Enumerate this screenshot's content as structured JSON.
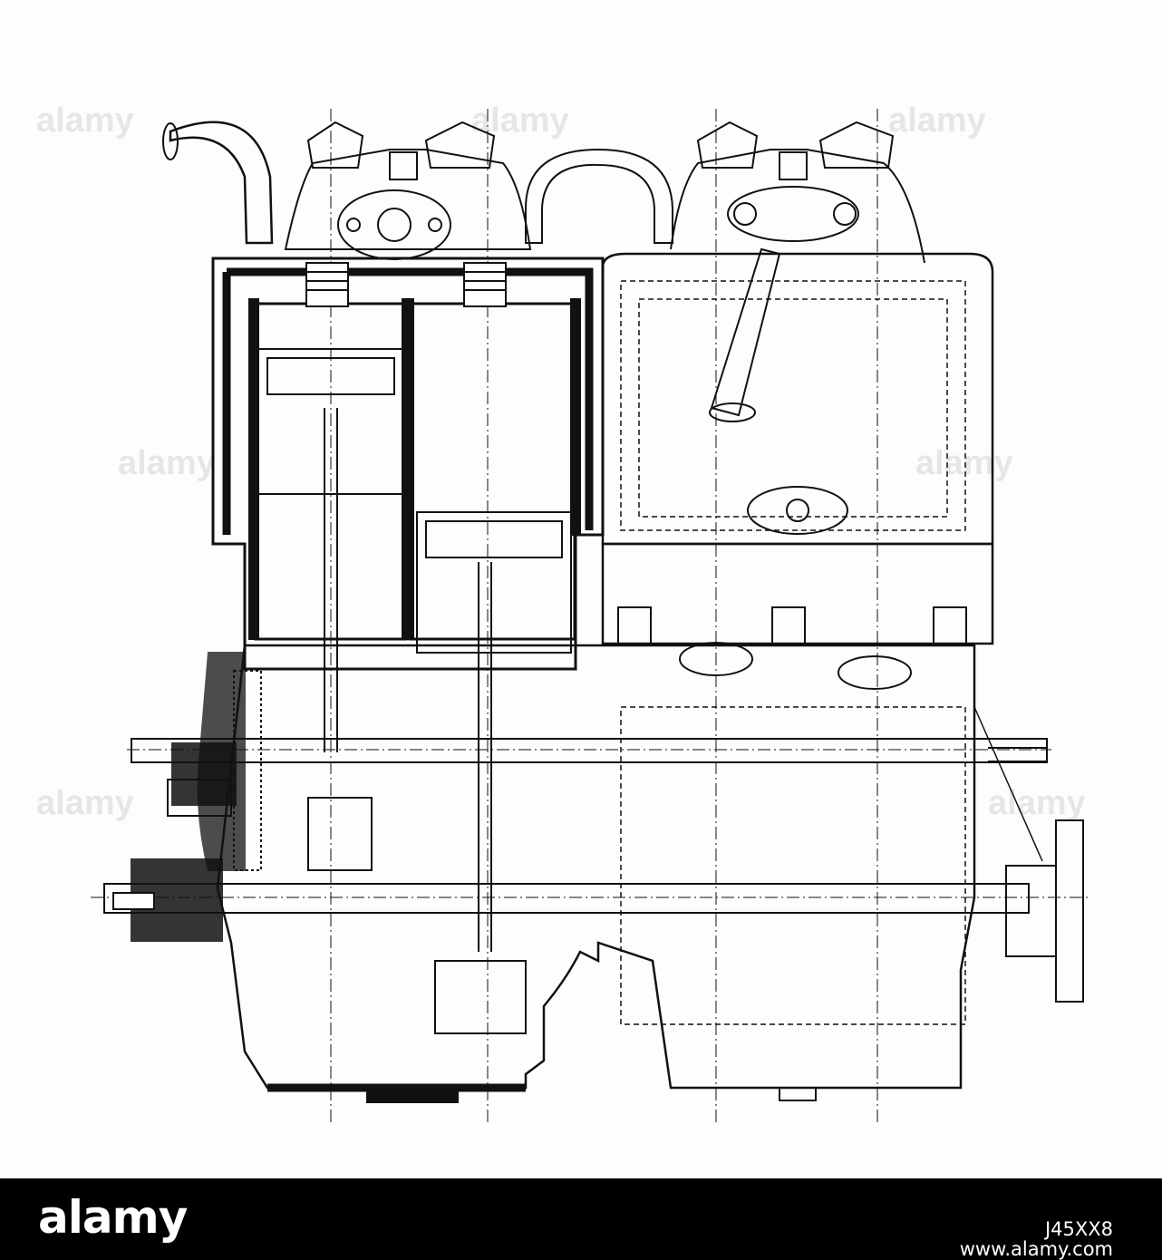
{
  "watermark": {
    "brand": "alamy"
  },
  "footer": {
    "brand": "alamy",
    "stock_id": "J45XX8",
    "url": "www.alamy.com"
  },
  "colors": {
    "ink": "#111111",
    "background": "#fdfdfd",
    "footer": "#000000"
  },
  "icons": {
    "brand_mark": "alamy-logo"
  }
}
